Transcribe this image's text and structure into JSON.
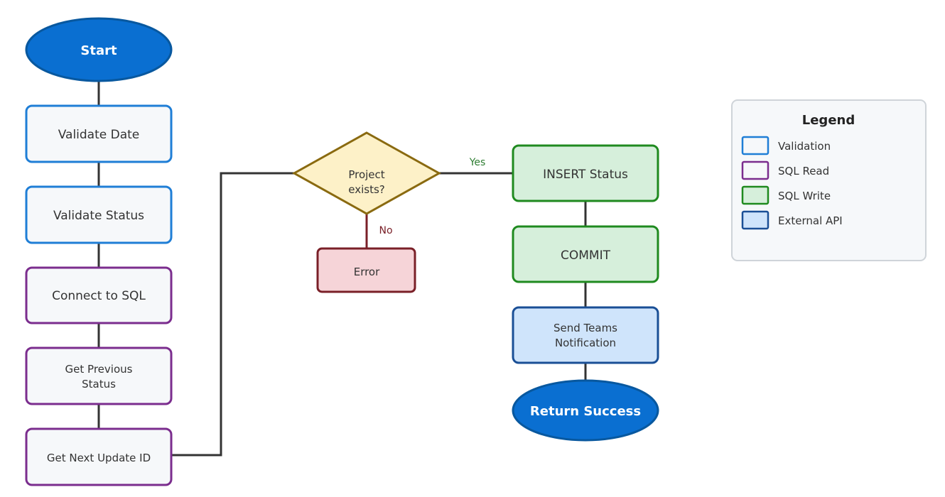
{
  "nodes": {
    "start": "Start",
    "validate_date": "Validate Date",
    "validate_status": "Validate Status",
    "connect_sql": "Connect to SQL",
    "get_previous_status": [
      "Get Previous",
      "Status"
    ],
    "get_next_update_id": "Get Next Update ID",
    "decision": [
      "Project",
      "exists?"
    ],
    "error": "Error",
    "insert_status": "INSERT Status",
    "commit": "COMMIT",
    "send_teams": [
      "Send Teams",
      "Notification"
    ],
    "return_success": "Return Success"
  },
  "edges": {
    "yes_label": "Yes",
    "no_label": "No"
  },
  "legend": {
    "title": "Legend",
    "items": [
      {
        "label": "Validation",
        "stroke": "#1f7ed6",
        "fill": "#f6f8fa"
      },
      {
        "label": "SQL Read",
        "stroke": "#7b2d8e",
        "fill": "#f6f8fa"
      },
      {
        "label": "SQL Write",
        "stroke": "#1f8a1f",
        "fill": "#d6efdb"
      },
      {
        "label": "External API",
        "stroke": "#1a4f96",
        "fill": "#cfe4fb"
      }
    ]
  },
  "colors": {
    "terminal_fill": "#0a6fd1",
    "terminal_stroke": "#08589f",
    "validation_stroke": "#1f7ed6",
    "sql_read_stroke": "#7b2d8e",
    "sql_write_stroke": "#1f8a1f",
    "sql_write_fill": "#d6efdb",
    "api_stroke": "#1a4f96",
    "api_fill": "#cfe4fb",
    "decision_fill": "#fdf1c8",
    "decision_stroke": "#8a6a10",
    "error_fill": "#f6d4d8",
    "error_stroke": "#7a2028",
    "yes_color": "#2e7d32",
    "no_color": "#7a2028",
    "connector": "#333333"
  }
}
